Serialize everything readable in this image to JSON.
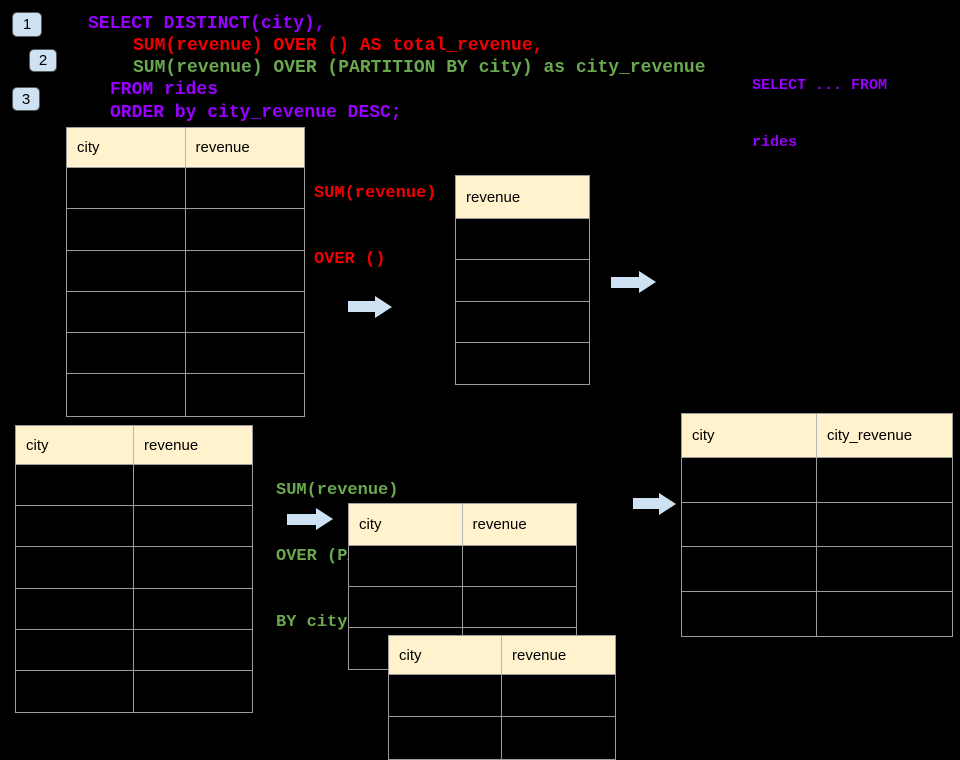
{
  "colors": {
    "background": "#000000",
    "code_purple": "#9900ff",
    "code_red": "#f00000",
    "code_green": "#6aa84f",
    "table_header_fill": "#fff2cc",
    "table_border": "#9c9c9c",
    "arrow_badge_blue": "#cfe2f3"
  },
  "badges": {
    "b1": "1",
    "b2": "2",
    "b3": "3"
  },
  "code": {
    "l1": "SELECT DISTINCT(city),",
    "l2": "SUM(revenue) OVER () AS total_revenue,",
    "l3": "SUM(revenue) OVER (PARTITION BY city) as city_revenue",
    "l4": "FROM rides",
    "l5": "ORDER by city_revenue DESC;"
  },
  "side_note": {
    "l1": "SELECT ... FROM",
    "l2": "rides"
  },
  "annotation_total": {
    "l1": "SUM(revenue)",
    "l2": "OVER ()"
  },
  "annotation_partition": {
    "l1": "SUM(revenue)",
    "l2": "OVER (PARTITION",
    "l3": "BY city)"
  },
  "tables": {
    "t1": {
      "headers": [
        "city",
        "revenue"
      ],
      "rows": 6
    },
    "t2": {
      "headers": [
        "revenue"
      ],
      "rows": 4
    },
    "t3": {
      "headers": [
        "city",
        "revenue"
      ],
      "rows": 6
    },
    "t4": {
      "headers": [
        "city",
        "revenue"
      ],
      "rows": 3
    },
    "t5": {
      "headers": [
        "city",
        "revenue"
      ],
      "rows": 2
    },
    "t6": {
      "headers": [
        "city",
        "city_revenue"
      ],
      "rows": 4
    }
  }
}
